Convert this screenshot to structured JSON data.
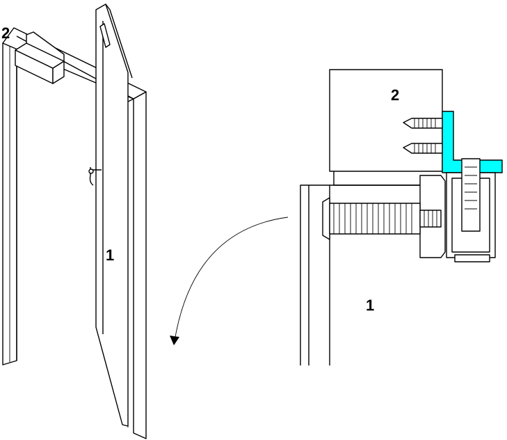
{
  "labels": {
    "left_door": "1",
    "left_closer": "2",
    "right_door": "1",
    "right_closer": "2"
  },
  "colors": {
    "bracket": "#00ffff",
    "line": "#000000",
    "background": "#ffffff"
  }
}
